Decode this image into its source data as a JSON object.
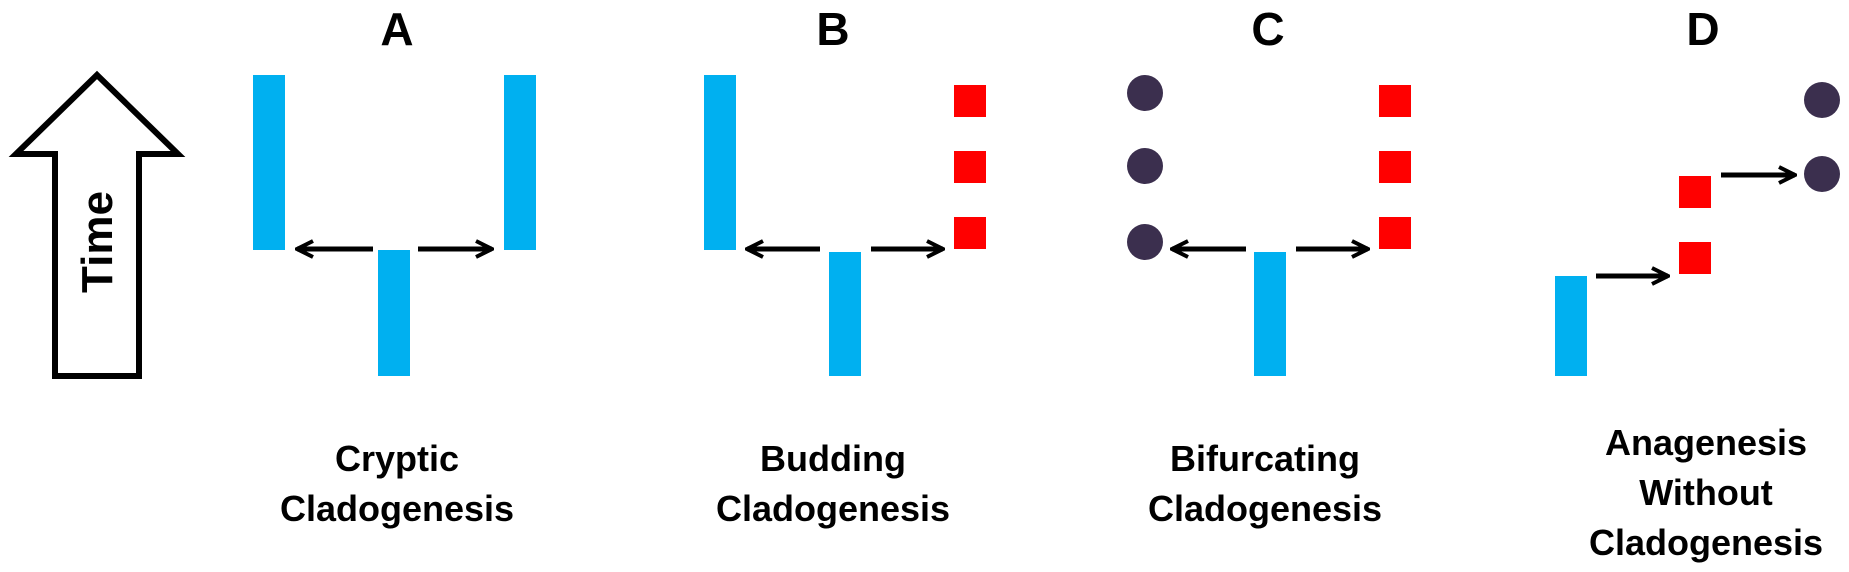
{
  "time_label": "Time",
  "colors": {
    "blue": "#00b0f0",
    "red": "#ff0000",
    "purple": "#3b2f4e",
    "black": "#000000"
  },
  "panels": [
    {
      "letter": "A",
      "caption": [
        "Cryptic",
        "Cladogenesis"
      ]
    },
    {
      "letter": "B",
      "caption": [
        "Budding",
        "Cladogenesis"
      ]
    },
    {
      "letter": "C",
      "caption": [
        "Bifurcating",
        "Cladogenesis"
      ]
    },
    {
      "letter": "D",
      "caption": [
        "Anagenesis",
        "Without",
        "Cladogenesis"
      ]
    }
  ]
}
